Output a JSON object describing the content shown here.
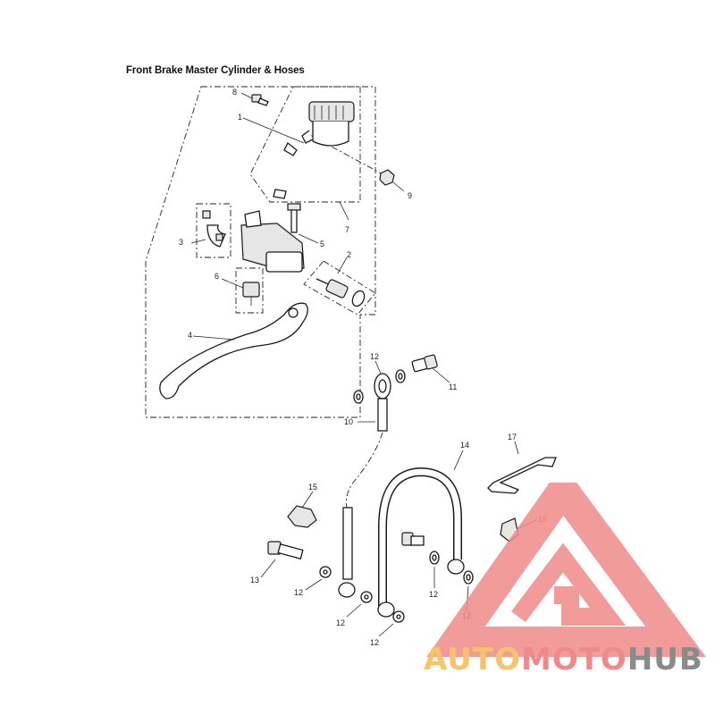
{
  "title": "Front Brake Master Cylinder & Hoses",
  "callouts": {
    "c1": "1",
    "c2": "2",
    "c3": "3",
    "c4": "4",
    "c5": "5",
    "c6": "6",
    "c7": "7",
    "c8": "8",
    "c9": "9",
    "c10": "10",
    "c11": "11",
    "c12a": "12",
    "c12b": "12",
    "c12c": "12",
    "c12d": "12",
    "c12e": "12",
    "c12f": "12",
    "c13": "13",
    "c14": "14",
    "c15": "15",
    "c16": "16",
    "c17": "17"
  },
  "watermark": {
    "auto": "AUTO",
    "moto": "MOTO",
    "hub": "HUB"
  },
  "colors": {
    "watermark_red": "#ef8a8a",
    "watermark_yellow": "#f5c36c",
    "watermark_grey": "#8a8a8a"
  }
}
